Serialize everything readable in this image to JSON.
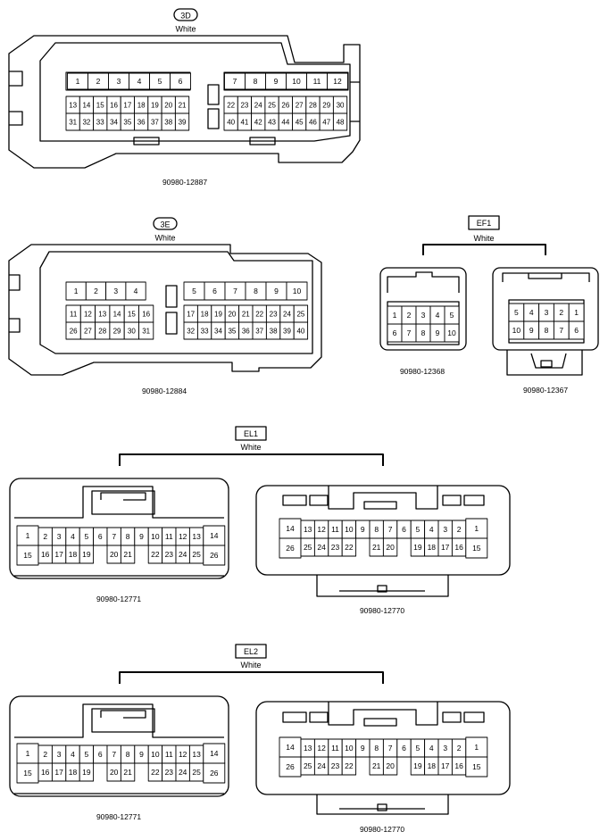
{
  "connectors": {
    "c3d": {
      "tag": "3D",
      "tag_style": "oval",
      "color": "White",
      "part_number": "90980-12887",
      "rows": [
        [
          [
            "1",
            "2",
            "3",
            "4",
            "5",
            "6"
          ],
          [
            "7",
            "8",
            "9",
            "10",
            "11",
            "12"
          ]
        ],
        [
          [
            "13",
            "14",
            "15",
            "16",
            "17",
            "18",
            "19",
            "20",
            "21"
          ],
          [
            "22",
            "23",
            "24",
            "25",
            "26",
            "27",
            "28",
            "29",
            "30"
          ]
        ],
        [
          [
            "31",
            "32",
            "33",
            "34",
            "35",
            "36",
            "37",
            "38",
            "39"
          ],
          [
            "40",
            "41",
            "42",
            "43",
            "44",
            "45",
            "46",
            "47",
            "48"
          ]
        ]
      ]
    },
    "c3e": {
      "tag": "3E",
      "tag_style": "oval",
      "color": "White",
      "part_number": "90980-12884",
      "rows": [
        [
          [
            "1",
            "2",
            "3",
            "4"
          ],
          [
            "5",
            "6",
            "7",
            "8",
            "9",
            "10"
          ]
        ],
        [
          [
            "11",
            "12",
            "13",
            "14",
            "15",
            "16"
          ],
          [
            "17",
            "18",
            "19",
            "20",
            "21",
            "22",
            "23",
            "24",
            "25"
          ]
        ],
        [
          [
            "26",
            "27",
            "28",
            "29",
            "30",
            "31"
          ],
          [
            "32",
            "33",
            "34",
            "35",
            "36",
            "37",
            "38",
            "39",
            "40"
          ]
        ]
      ]
    },
    "ef1": {
      "tag": "EF1",
      "tag_style": "box",
      "color": "White",
      "left": {
        "part_number": "90980-12368",
        "rows": [
          [
            "1",
            "2",
            "3",
            "4",
            "5"
          ],
          [
            "6",
            "7",
            "8",
            "9",
            "10"
          ]
        ]
      },
      "right": {
        "part_number": "90980-12367",
        "rows": [
          [
            "5",
            "4",
            "3",
            "2",
            "1"
          ],
          [
            "10",
            "9",
            "8",
            "7",
            "6"
          ]
        ]
      }
    },
    "el1": {
      "tag": "EL1",
      "tag_style": "box",
      "color": "White",
      "left": {
        "part_number": "90980-12771",
        "top": [
          "2",
          "3",
          "4",
          "5",
          "6",
          "7",
          "8",
          "9",
          "10",
          "11",
          "12",
          "13"
        ],
        "bottom": [
          "16",
          "17",
          "18",
          "19",
          "20",
          "21",
          "22",
          "23",
          "24",
          "25"
        ],
        "left_end": [
          "1",
          "15"
        ],
        "right_end": [
          "14",
          "26"
        ]
      },
      "right": {
        "part_number": "90980-12770",
        "top": [
          "13",
          "12",
          "11",
          "10",
          "9",
          "8",
          "7",
          "6",
          "5",
          "4",
          "3",
          "2"
        ],
        "bottom": [
          "25",
          "24",
          "23",
          "22",
          "21",
          "20",
          "19",
          "18",
          "17",
          "16"
        ],
        "left_end": [
          "14",
          "26"
        ],
        "right_end": [
          "1",
          "15"
        ]
      }
    },
    "el2": {
      "tag": "EL2",
      "tag_style": "box",
      "color": "White",
      "left": {
        "part_number": "90980-12771",
        "top": [
          "2",
          "3",
          "4",
          "5",
          "6",
          "7",
          "8",
          "9",
          "10",
          "11",
          "12",
          "13"
        ],
        "bottom": [
          "16",
          "17",
          "18",
          "19",
          "20",
          "21",
          "22",
          "23",
          "24",
          "25"
        ],
        "left_end": [
          "1",
          "15"
        ],
        "right_end": [
          "14",
          "26"
        ]
      },
      "right": {
        "part_number": "90980-12770",
        "top": [
          "13",
          "12",
          "11",
          "10",
          "9",
          "8",
          "7",
          "6",
          "5",
          "4",
          "3",
          "2"
        ],
        "bottom": [
          "25",
          "24",
          "23",
          "22",
          "21",
          "20",
          "19",
          "18",
          "17",
          "16"
        ],
        "left_end": [
          "14",
          "26"
        ],
        "right_end": [
          "1",
          "15"
        ]
      }
    }
  }
}
